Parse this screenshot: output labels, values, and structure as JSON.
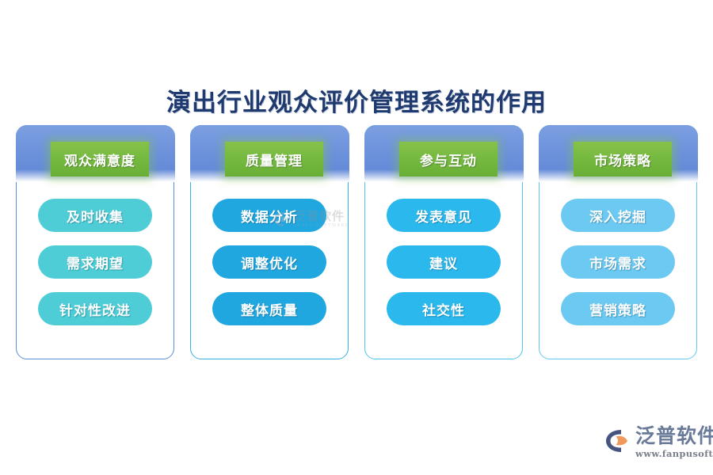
{
  "title": "演出行业观众评价管理系统的作用",
  "colors": {
    "title": "#1f3a6e",
    "band_gradient_from": "#7c9fe0",
    "band_gradient_to": "#5f86d6",
    "header_green": "#74b83f",
    "pill_col1": "#4ecdd6",
    "pill_col2": "#21a7e0",
    "pill_col3": "#2bb8ec",
    "pill_col4": "#6cc9f2",
    "background": "#ffffff"
  },
  "columns": [
    {
      "header": "观众满意度",
      "border_color": "#5a8cd8",
      "items": [
        "及时收集",
        "需求期望",
        "针对性改进"
      ]
    },
    {
      "header": "质量管理",
      "border_color": "#34b1e8",
      "items": [
        "数据分析",
        "调整优化",
        "整体质量"
      ]
    },
    {
      "header": "参与互动",
      "border_color": "#4ec4ef",
      "items": [
        "发表意见",
        "建议",
        "社交性"
      ]
    },
    {
      "header": "市场策略",
      "border_color": "#5ec9f2",
      "items": [
        "深入挖掘",
        "市场需求",
        "营销策略"
      ]
    }
  ],
  "watermark": {
    "cn": "泛普软件",
    "en": "FANPU SOFTWARE"
  },
  "brand": {
    "cn": "泛普软件",
    "url": "www.fanpusoft.com"
  }
}
